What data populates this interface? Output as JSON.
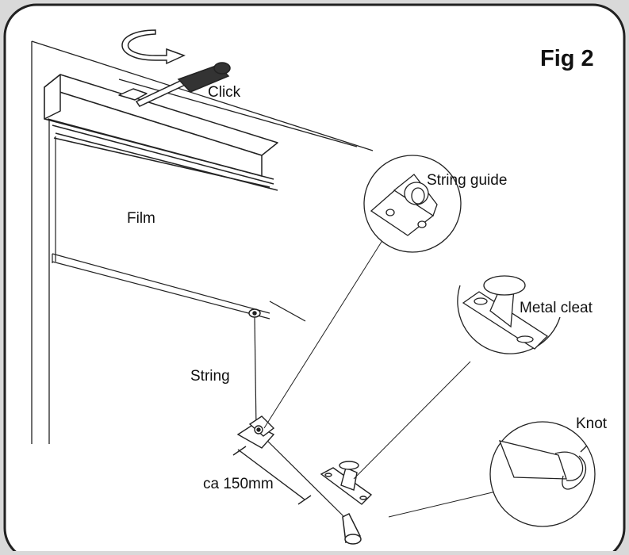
{
  "figure": {
    "title": "Fig 2"
  },
  "labels": {
    "click": "Click",
    "film": "Film",
    "string": "String",
    "distance": "ca 150mm"
  },
  "callouts": {
    "string_guide": "String guide",
    "metal_cleat": "Metal cleat",
    "knot": "Knot"
  },
  "colors": {
    "background": "#d9d9d9",
    "panel": "#ffffff",
    "line": "#222222"
  }
}
